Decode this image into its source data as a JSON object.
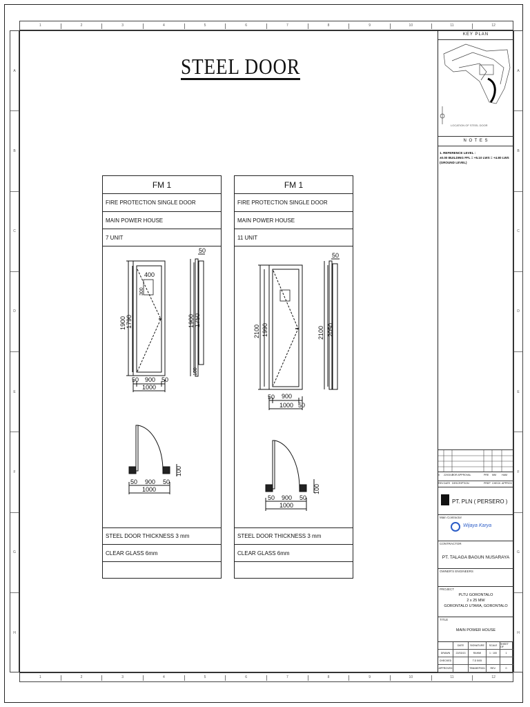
{
  "sheet": {
    "title": "STEEL DOOR",
    "column_markers": [
      "1",
      "2",
      "3",
      "4",
      "5",
      "6",
      "7",
      "8",
      "9",
      "10",
      "11",
      "12"
    ],
    "row_markers": [
      "A",
      "B",
      "C",
      "D",
      "E",
      "F",
      "G",
      "H"
    ]
  },
  "panels": [
    {
      "code": "FM 1",
      "description": "FIRE PROTECTION SINGLE DOOR",
      "location": "MAIN POWER HOUSE",
      "quantity": "7 UNIT",
      "elevation_dims": {
        "total_height": "1900",
        "leaf_height": "1790",
        "glass_width": "400",
        "glass_height": "300",
        "frame_width": "50",
        "leaf_width": "900",
        "total_width": "1000",
        "side_height": "1900",
        "side_leaf": "1750",
        "side_frame": "50",
        "side_bottom": "100"
      },
      "plan_dims": {
        "frame": "50",
        "leaf": "900",
        "total": "1000",
        "wall": "100"
      },
      "spec_1": "STEEL DOOR  THICKNESS 3 mm",
      "spec_2": "CLEAR GLASS 6mm"
    },
    {
      "code": "FM 1",
      "description": "FIRE PROTECTION SINGLE DOOR",
      "location": "MAIN POWER HOUSE",
      "quantity": "11 UNIT",
      "elevation_dims": {
        "total_height": "2100",
        "leaf_height": "1990",
        "frame_width": "50",
        "leaf_width": "900",
        "total_width": "1000",
        "side_height": "2100",
        "side_leaf": "2050",
        "side_frame": "50"
      },
      "plan_dims": {
        "frame": "50",
        "leaf": "900",
        "total": "1000",
        "wall": "100"
      },
      "spec_1": "STEEL DOOR  THICKNESS 3 mm",
      "spec_2": "CLEAR GLASS 6mm"
    }
  ],
  "title_block": {
    "key_plan_label": "KEY PLAN",
    "key_plan_note": "LOCATION OF STEEL DOOR",
    "notes_label": "N O T E S",
    "notes_line1": "1. REFERENCE LEVEL :",
    "notes_line2": "±0.00 BUILDING FFL = +5.10 LWS = +4.80 LWS",
    "notes_line3": "(GROUND LEVEL)",
    "rev_row": [
      "0",
      "22/03/13",
      "FOR APPROVAL",
      "PRE",
      "MM",
      "HAM"
    ],
    "rev_header": [
      "REV",
      "DATE",
      "DESCRIPTION",
      "PREP",
      "CHECK",
      "APPROV"
    ],
    "owner": "PT. PLN ( PERSERO )",
    "main_contractor_label": "Main Contractor",
    "main_contractor_logo_text": "Wijaya Karya",
    "contractor_label": "CONTRACTOR",
    "contractor": "PT. TALAGA BAGUN NUSARAYA",
    "owners_label": "OWNER'S ENGINEERS",
    "project_label": "PROJECT",
    "project_line1": "PLTU GORONTALO",
    "project_line2": "2 x 25 MW",
    "project_line3": "GORONTALO UTARA, GORONTALO",
    "title_label": "TITLE",
    "drawing_title": "MAIN POWER HOUSE",
    "sign_header": [
      "",
      "DATE",
      "SIGNATURE",
      "SCALE",
      "SHEET OF"
    ],
    "sign_rows": [
      [
        "DRAWN",
        "22/03/13",
        "RAHMI",
        "1 : 100",
        "1"
      ],
      [
        "CHECKED",
        "",
        "T.D 5/05",
        "",
        ""
      ],
      [
        "APPROVED",
        "",
        "TBN/MEP/001",
        "REV.",
        "0"
      ]
    ]
  }
}
